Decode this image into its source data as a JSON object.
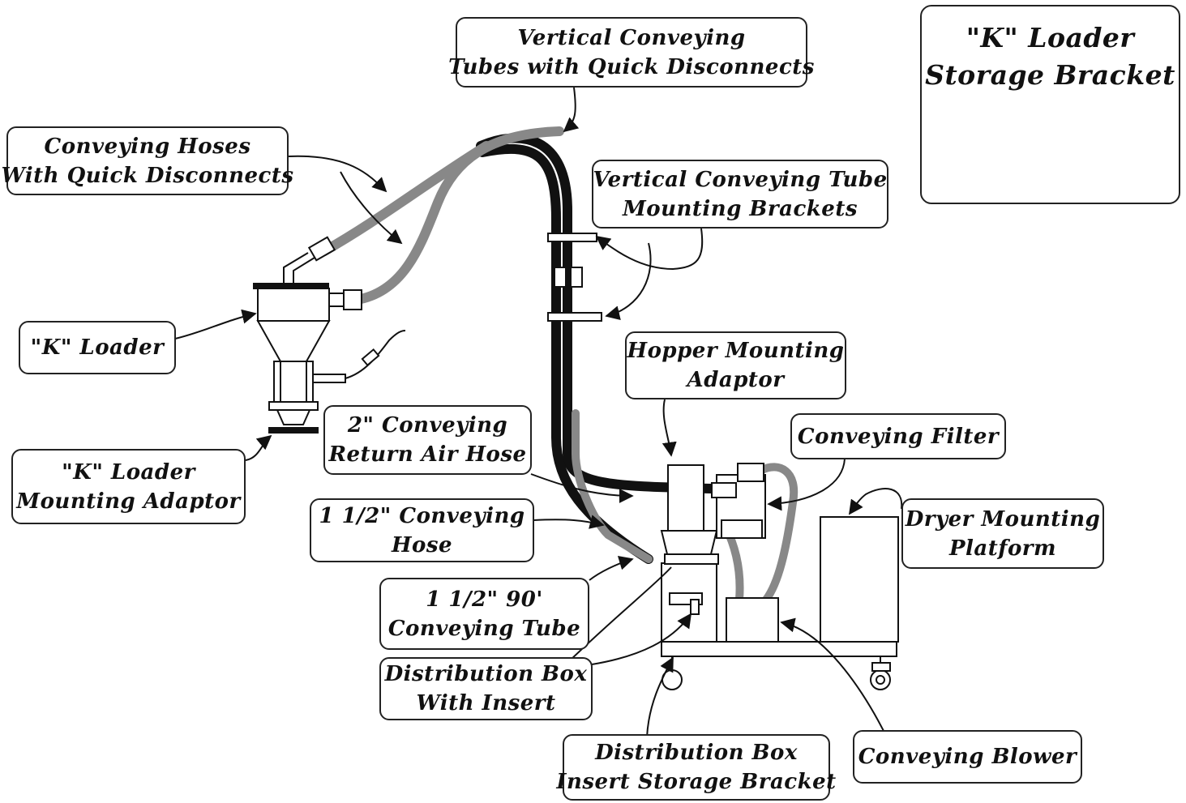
{
  "storage_bracket_box": {
    "line1": "\"K\" Loader",
    "line2": "Storage Bracket"
  },
  "labels": {
    "vertical_conveying_tubes": {
      "line1": "Vertical Conveying",
      "line2": "Tubes with Quick Disconnects"
    },
    "conveying_hoses": {
      "line1": "Conveying Hoses",
      "line2": "With Quick Disconnects"
    },
    "vertical_tube_brackets": {
      "line1": "Vertical Conveying Tube",
      "line2": "Mounting Brackets"
    },
    "k_loader": {
      "line1": "\"K\" Loader"
    },
    "hopper_mounting_adaptor": {
      "line1": "Hopper Mounting",
      "line2": "Adaptor"
    },
    "return_air_hose": {
      "line1": "2\" Conveying",
      "line2": "Return Air Hose"
    },
    "conveying_filter": {
      "line1": "Conveying Filter"
    },
    "k_loader_mounting_adaptor": {
      "line1": "\"K\" Loader",
      "line2": "Mounting Adaptor"
    },
    "conveying_hose_1_5": {
      "line1": "1 1/2\" Conveying",
      "line2": "Hose"
    },
    "dryer_mounting_platform": {
      "line1": "Dryer Mounting",
      "line2": "Platform"
    },
    "conveying_tube_90": {
      "line1": "1 1/2\" 90'",
      "line2": "Conveying Tube"
    },
    "distribution_box": {
      "line1": "Distribution Box",
      "line2": "With Insert"
    },
    "insert_storage_bracket": {
      "line1": "Distribution Box",
      "line2": "Insert Storage Bracket"
    },
    "conveying_blower": {
      "line1": "Conveying Blower"
    }
  },
  "colors": {
    "ink": "#111111",
    "hose_gray": "#8a8a8a",
    "tube_black": "#111111"
  }
}
